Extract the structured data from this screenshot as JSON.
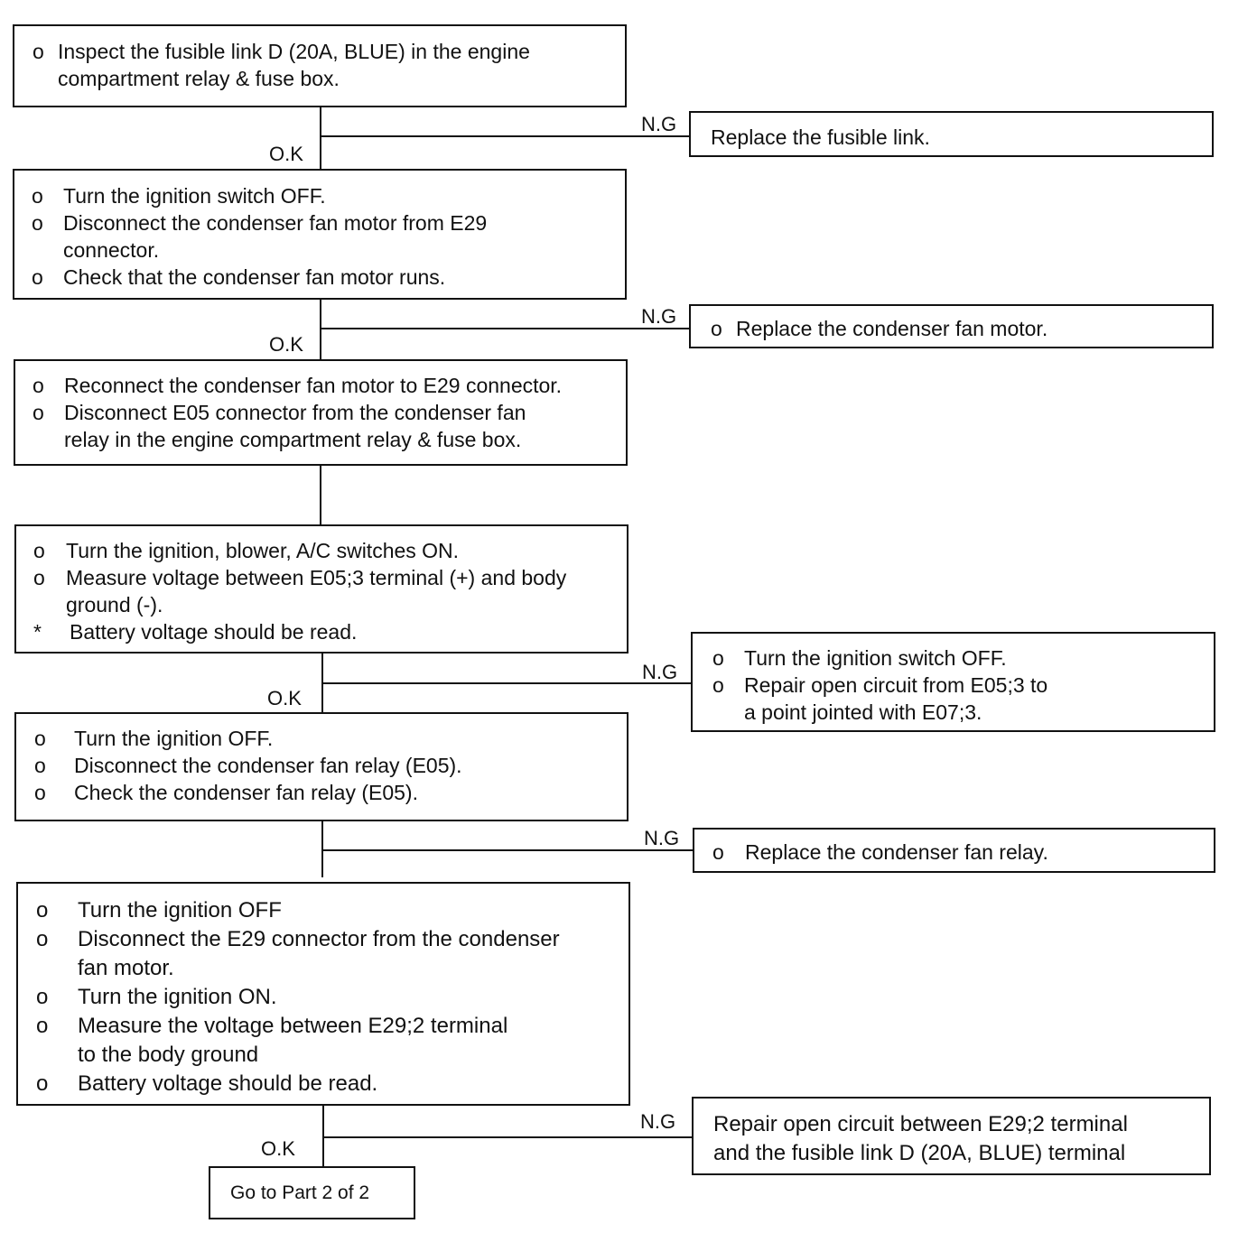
{
  "flow": {
    "step1": {
      "bullet": "o",
      "lines": [
        "Inspect the fusible link D (20A, BLUE) in the engine",
        "compartment relay & fuse box."
      ]
    },
    "fix1": {
      "text": "Replace the fusible link."
    },
    "step2": {
      "items": [
        {
          "bullet": "o",
          "lines": [
            "Turn the ignition switch OFF."
          ]
        },
        {
          "bullet": "o",
          "lines": [
            "Disconnect the condenser fan motor from E29",
            "connector."
          ]
        },
        {
          "bullet": "o",
          "lines": [
            "Check that the condenser fan motor runs."
          ]
        }
      ]
    },
    "fix2": {
      "bullet": "o",
      "text": "Replace the condenser fan motor."
    },
    "step3": {
      "items": [
        {
          "bullet": "o",
          "lines": [
            "Reconnect the condenser fan motor to E29 connector."
          ]
        },
        {
          "bullet": "o",
          "lines": [
            "Disconnect E05 connector from the condenser fan",
            "relay in the engine compartment relay & fuse box."
          ]
        }
      ]
    },
    "step4": {
      "items": [
        {
          "bullet": "o",
          "lines": [
            "Turn the ignition, blower, A/C switches ON."
          ]
        },
        {
          "bullet": "o",
          "lines": [
            "Measure voltage between E05;3 terminal (+) and body",
            "ground (-)."
          ]
        },
        {
          "bullet": "*",
          "lines": [
            "Battery voltage should be read."
          ]
        }
      ]
    },
    "fix4": {
      "items": [
        {
          "bullet": "o",
          "lines": [
            "Turn the ignition switch OFF."
          ]
        },
        {
          "bullet": "o",
          "lines": [
            "Repair open circuit from E05;3 to",
            "a point jointed with E07;3."
          ]
        }
      ]
    },
    "step5": {
      "items": [
        {
          "bullet": "o",
          "lines": [
            "Turn the ignition OFF."
          ]
        },
        {
          "bullet": "o",
          "lines": [
            "Disconnect the condenser fan relay (E05)."
          ]
        },
        {
          "bullet": "o",
          "lines": [
            "Check the condenser fan relay (E05)."
          ]
        }
      ]
    },
    "fix5": {
      "bullet": "o",
      "text": "Replace the condenser fan relay."
    },
    "step6": {
      "items": [
        {
          "bullet": "o",
          "lines": [
            "Turn the ignition OFF"
          ]
        },
        {
          "bullet": "o",
          "lines": [
            "Disconnect the E29 connector from the condenser",
            "fan motor."
          ]
        },
        {
          "bullet": "o",
          "lines": [
            "Turn the ignition ON."
          ]
        },
        {
          "bullet": "o",
          "lines": [
            "Measure the voltage between E29;2 terminal",
            "to the body ground"
          ]
        },
        {
          "bullet": "o",
          "lines": [
            "Battery voltage should be read."
          ]
        }
      ]
    },
    "fix6": {
      "lines": [
        "Repair open circuit between E29;2 terminal",
        "and the fusible link D (20A, BLUE) terminal"
      ]
    },
    "next": {
      "text": "Go to Part 2 of 2"
    },
    "labels": {
      "ok": "O.K",
      "ng": "N.G"
    }
  }
}
